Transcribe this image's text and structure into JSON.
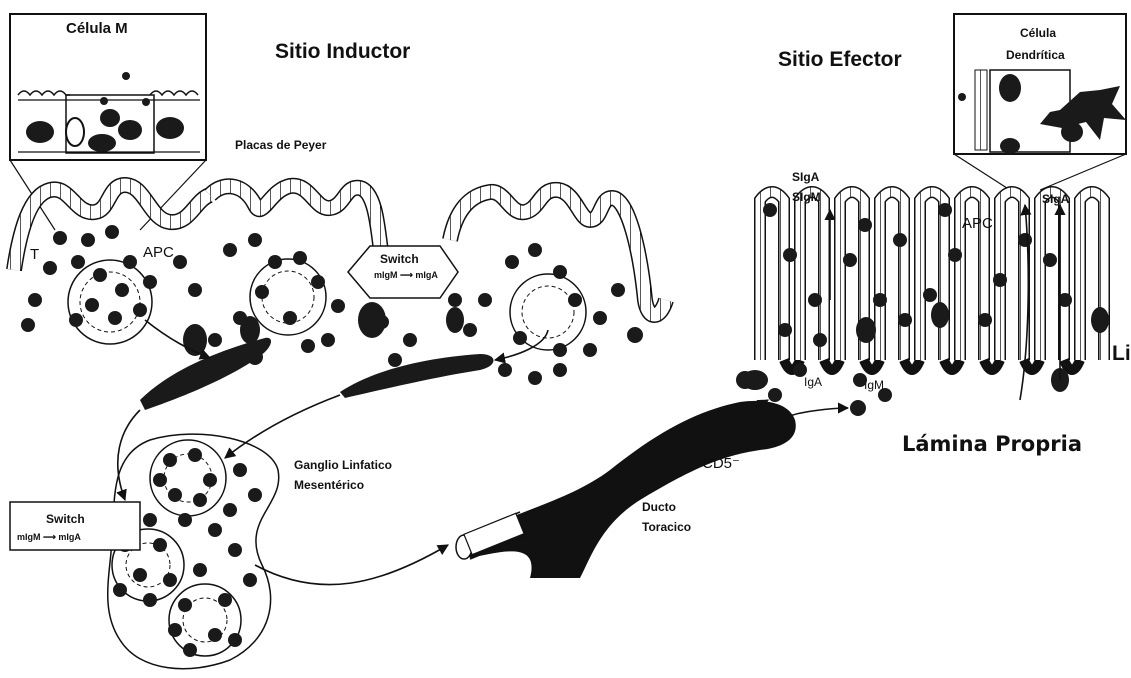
{
  "labels": {
    "celula_m": "Célula M",
    "sitio_inductor": "Sitio   Inductor",
    "placas_peyer": "Placas de Peyer",
    "sitio_efector": "Sitio Efector",
    "celula_dendritica_1": "Célula",
    "celula_dendritica_2": "Dendrítica",
    "t_cell": "T",
    "apc_left": "APC",
    "switch_top": "Switch",
    "switch_top_sub": "mIgM ⟶ mIgA",
    "switch_left": "Switch",
    "switch_left_sub": "mIgM ⟶ mIgA",
    "ganglio_1": "Ganglio Linfatico",
    "ganglio_2": "Mesentérico",
    "ducto_1": "Ducto",
    "ducto_2": "Toracico",
    "cd5": "CD5⁻",
    "siga_1": "SIgA",
    "sigm_1": "SIgM",
    "apc_right": "APC",
    "siga_2": "SIgA",
    "iga": "IgA",
    "igm": "IgM",
    "lamina_propria": "Lámina Propria",
    "li_cut": "Li",
    "minus": "-"
  },
  "colors": {
    "ink": "#111111",
    "background": "#ffffff",
    "cell": "#1a1a1a"
  }
}
